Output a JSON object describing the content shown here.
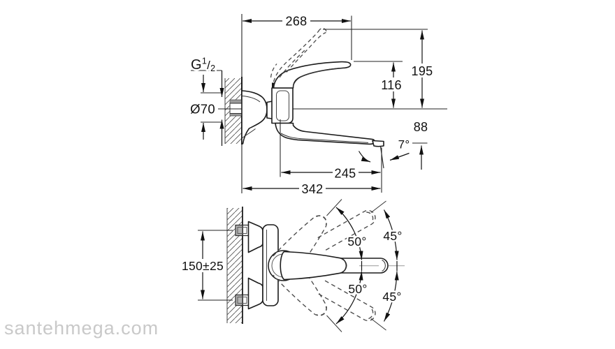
{
  "watermark": "santehmega.com",
  "side_view": {
    "dim_width_top": "268",
    "dim_height_total": "195",
    "dim_height_lever": "116",
    "dim_height_spout_drop": "88",
    "dim_spout_reach": "245",
    "dim_total_reach": "342",
    "dim_flange_diameter": "Ø70",
    "dim_stream_angle": "7°",
    "thread_label": {
      "prefix": "G",
      "numerator": "1",
      "slash": "/",
      "denominator": "2"
    }
  },
  "plan_view": {
    "dim_connection_spacing": "150±25",
    "dim_lever_swing_up": "50°",
    "dim_lever_swing_down": "50°",
    "dim_spout_swivel_up": "45°",
    "dim_spout_swivel_down": "45°"
  }
}
